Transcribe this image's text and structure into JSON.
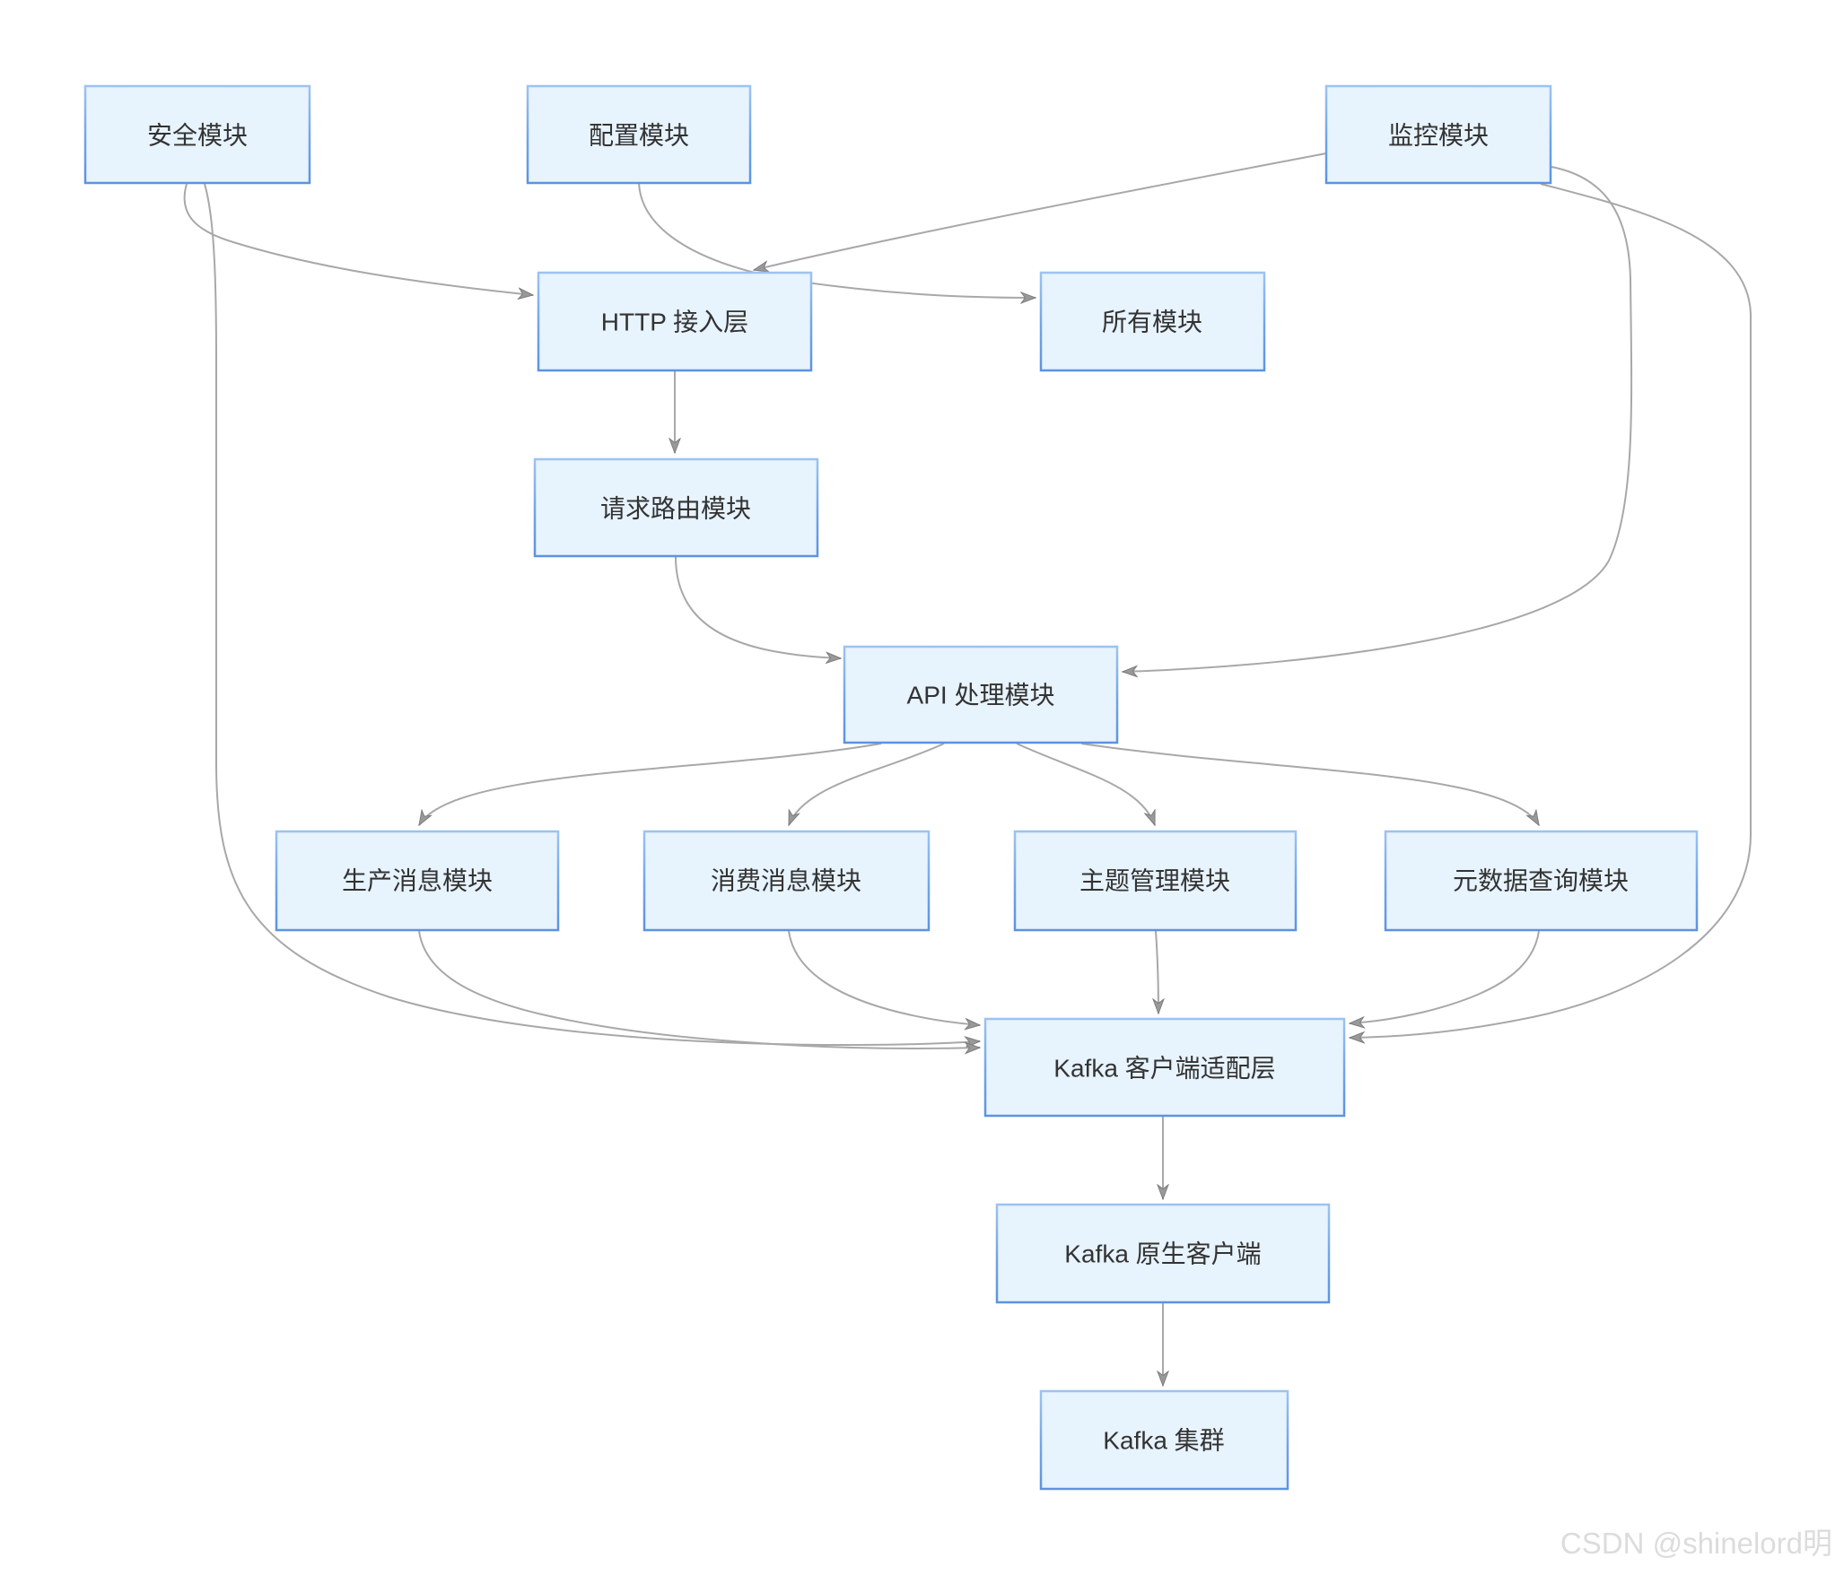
{
  "diagram_type": "flowchart",
  "nodes": {
    "security": {
      "label": "安全模块"
    },
    "config": {
      "label": "配置模块"
    },
    "monitor": {
      "label": "监控模块"
    },
    "http_gateway": {
      "label": "HTTP 接入层"
    },
    "all_modules": {
      "label": "所有模块"
    },
    "request_router": {
      "label": "请求路由模块"
    },
    "api_handler": {
      "label": "API 处理模块"
    },
    "produce": {
      "label": "生产消息模块"
    },
    "consume": {
      "label": "消费消息模块"
    },
    "topic_mgmt": {
      "label": "主题管理模块"
    },
    "metadata_query": {
      "label": "元数据查询模块"
    },
    "kafka_adapter": {
      "label": "Kafka 客户端适配层"
    },
    "kafka_native": {
      "label": "Kafka 原生客户端"
    },
    "kafka_cluster": {
      "label": "Kafka 集群"
    }
  },
  "edges": [
    {
      "from": "security",
      "to": "http_gateway"
    },
    {
      "from": "security",
      "to": "kafka_adapter"
    },
    {
      "from": "config",
      "to": "all_modules"
    },
    {
      "from": "monitor",
      "to": "http_gateway"
    },
    {
      "from": "monitor",
      "to": "api_handler"
    },
    {
      "from": "monitor",
      "to": "kafka_adapter"
    },
    {
      "from": "http_gateway",
      "to": "request_router"
    },
    {
      "from": "request_router",
      "to": "api_handler"
    },
    {
      "from": "api_handler",
      "to": "produce"
    },
    {
      "from": "api_handler",
      "to": "consume"
    },
    {
      "from": "api_handler",
      "to": "topic_mgmt"
    },
    {
      "from": "api_handler",
      "to": "metadata_query"
    },
    {
      "from": "produce",
      "to": "kafka_adapter"
    },
    {
      "from": "consume",
      "to": "kafka_adapter"
    },
    {
      "from": "topic_mgmt",
      "to": "kafka_adapter"
    },
    {
      "from": "metadata_query",
      "to": "kafka_adapter"
    },
    {
      "from": "kafka_adapter",
      "to": "kafka_native"
    },
    {
      "from": "kafka_native",
      "to": "kafka_cluster"
    }
  ],
  "watermark": {
    "text": "CSDN @shinelord明"
  },
  "colors": {
    "node_fill": "#E7F3FD",
    "node_border": "#6FA4E8",
    "node_border_light": "#9DC3F0",
    "node_border_dark": "#5C93E2",
    "edge_color": "#A8A8A8",
    "arrow_fill": "#999999",
    "label_color": "#333333",
    "watermark_color": "#DCDCDC",
    "canvas_bg": "#FFFFFF"
  }
}
